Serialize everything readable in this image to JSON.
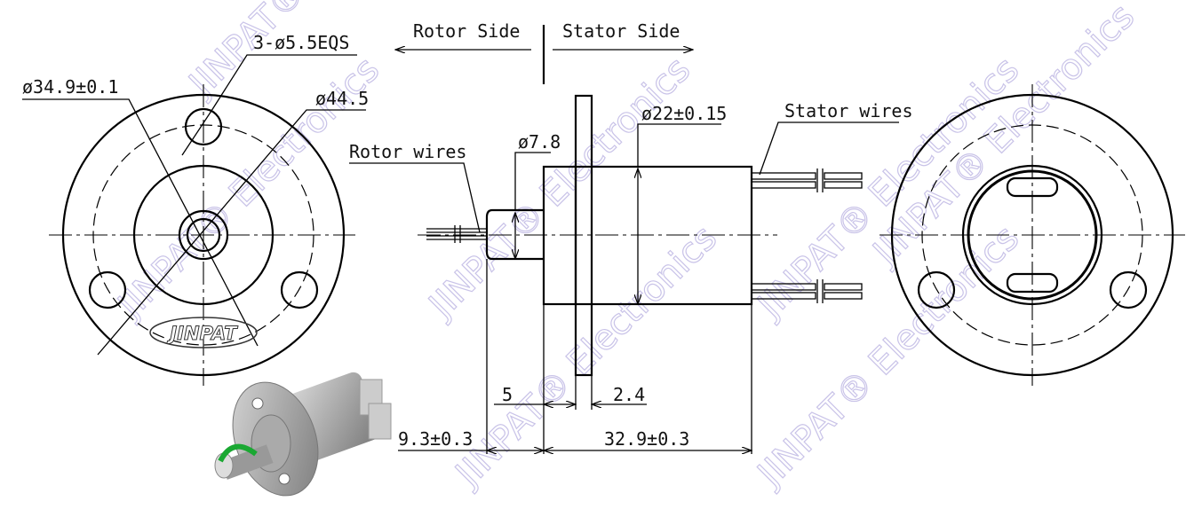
{
  "header": {
    "rotor_side": "Rotor Side",
    "stator_side": "Stator Side"
  },
  "front_view": {
    "holes_label": "3-ø5.5EQS",
    "bolt_circle_label": "ø34.9±0.1",
    "outer_diameter_label": "ø44.5",
    "logo_text": "JINPAT"
  },
  "side_view": {
    "rotor_wires_label": "Rotor wires",
    "shaft_diameter_label": "ø7.8",
    "body_diameter_label": "ø22±0.15",
    "stator_wires_label": "Stator wires",
    "dim_shaft_to_flange": "5",
    "dim_flange_thickness": "2.4",
    "dim_rotor_length": "9.3±0.3",
    "dim_body_length": "32.9±0.3"
  },
  "watermark": "JINPAT® Electronics",
  "colors": {
    "watermark": "#c9c3e8",
    "rotation_arrow": "#1aa832"
  }
}
